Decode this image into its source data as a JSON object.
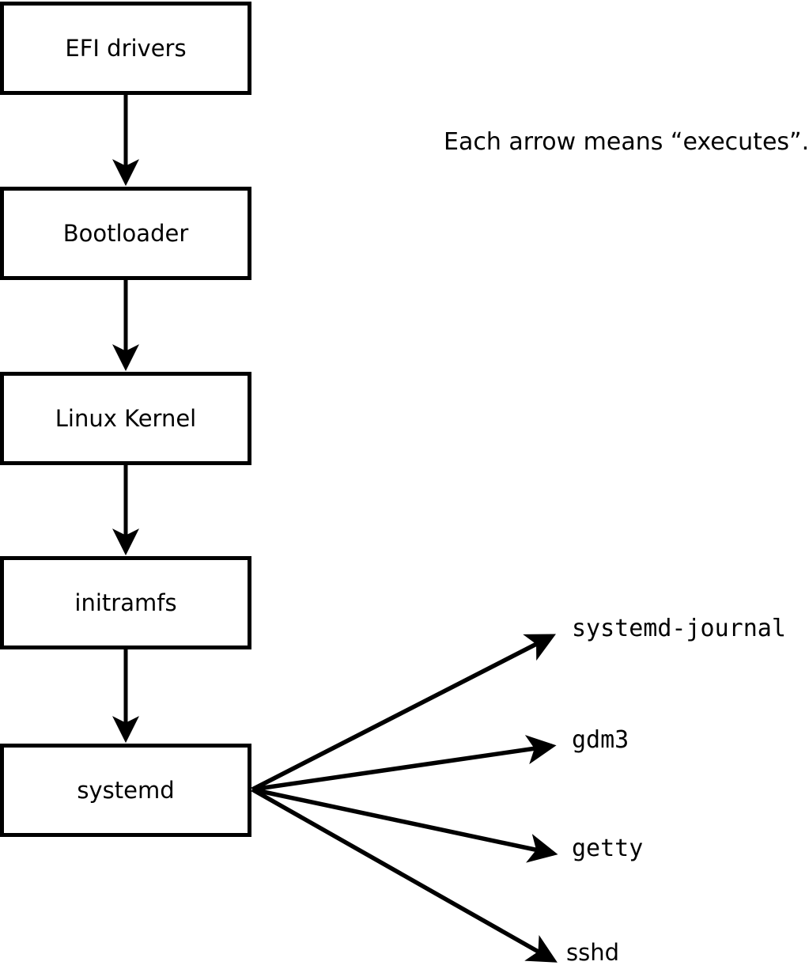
{
  "diagram": {
    "note": "Each arrow means “executes”.",
    "arrow_meaning": "executes",
    "boot_chain": [
      {
        "id": "efi-drivers",
        "label": "EFI drivers"
      },
      {
        "id": "bootloader",
        "label": "Bootloader"
      },
      {
        "id": "linux-kernel",
        "label": "Linux Kernel"
      },
      {
        "id": "initramfs",
        "label": "initramfs"
      },
      {
        "id": "systemd",
        "label": "systemd"
      }
    ],
    "spawned_processes": [
      {
        "id": "systemd-journal",
        "label": "systemd-journal"
      },
      {
        "id": "gdm3",
        "label": "gdm3"
      },
      {
        "id": "getty",
        "label": "getty"
      },
      {
        "id": "sshd",
        "label": "sshd"
      }
    ],
    "colors": {
      "stroke": "#000000",
      "box_fill": "#ffffff",
      "background": "#ffffff"
    }
  }
}
